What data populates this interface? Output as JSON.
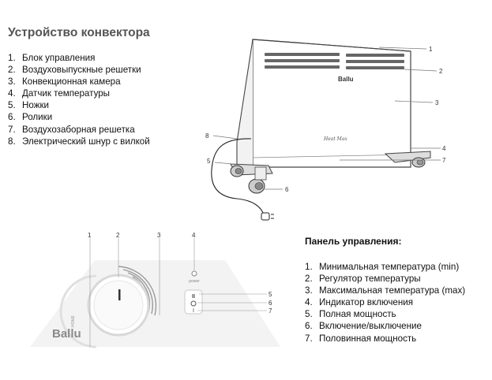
{
  "title": "Устройство конвектора",
  "parts": [
    {
      "num": "1.",
      "label": "Блок управления"
    },
    {
      "num": "2.",
      "label": "Воздуховыпускные решетки"
    },
    {
      "num": "3.",
      "label": "Конвекционная камера"
    },
    {
      "num": "4.",
      "label": "Датчик температуры"
    },
    {
      "num": "5.",
      "label": "Ножки"
    },
    {
      "num": "6.",
      "label": "Ролики"
    },
    {
      "num": "7.",
      "label": "Воздухозаборная решетка"
    },
    {
      "num": "8.",
      "label": "Электрический шнур с вилкой"
    }
  ],
  "heater_callouts": [
    "1",
    "2",
    "3",
    "4",
    "5",
    "6",
    "7",
    "8"
  ],
  "heater_brand": "Ballu",
  "heater_signature": "Heat Max",
  "panel_title": "Панель управления:",
  "panel_items": [
    {
      "num": "1.",
      "label": "Минимальная температура (min)"
    },
    {
      "num": "2.",
      "label": "Регулятор температуры"
    },
    {
      "num": "3.",
      "label": "Максимальная температура (max)"
    },
    {
      "num": "4.",
      "label": "Индикатор включения"
    },
    {
      "num": "5.",
      "label": "Полная мощность"
    },
    {
      "num": "6.",
      "label": "Включение/выключение"
    },
    {
      "num": "7.",
      "label": "Половинная мощность"
    }
  ],
  "panel_callouts": [
    "1",
    "2",
    "3",
    "4",
    "5",
    "6",
    "7"
  ],
  "panel_power_label": "power",
  "panel_brand": "Ballu",
  "panel_brand_suffix": "HOME",
  "switch_symbols": {
    "full": "II",
    "power": "⏻",
    "half": "I"
  }
}
